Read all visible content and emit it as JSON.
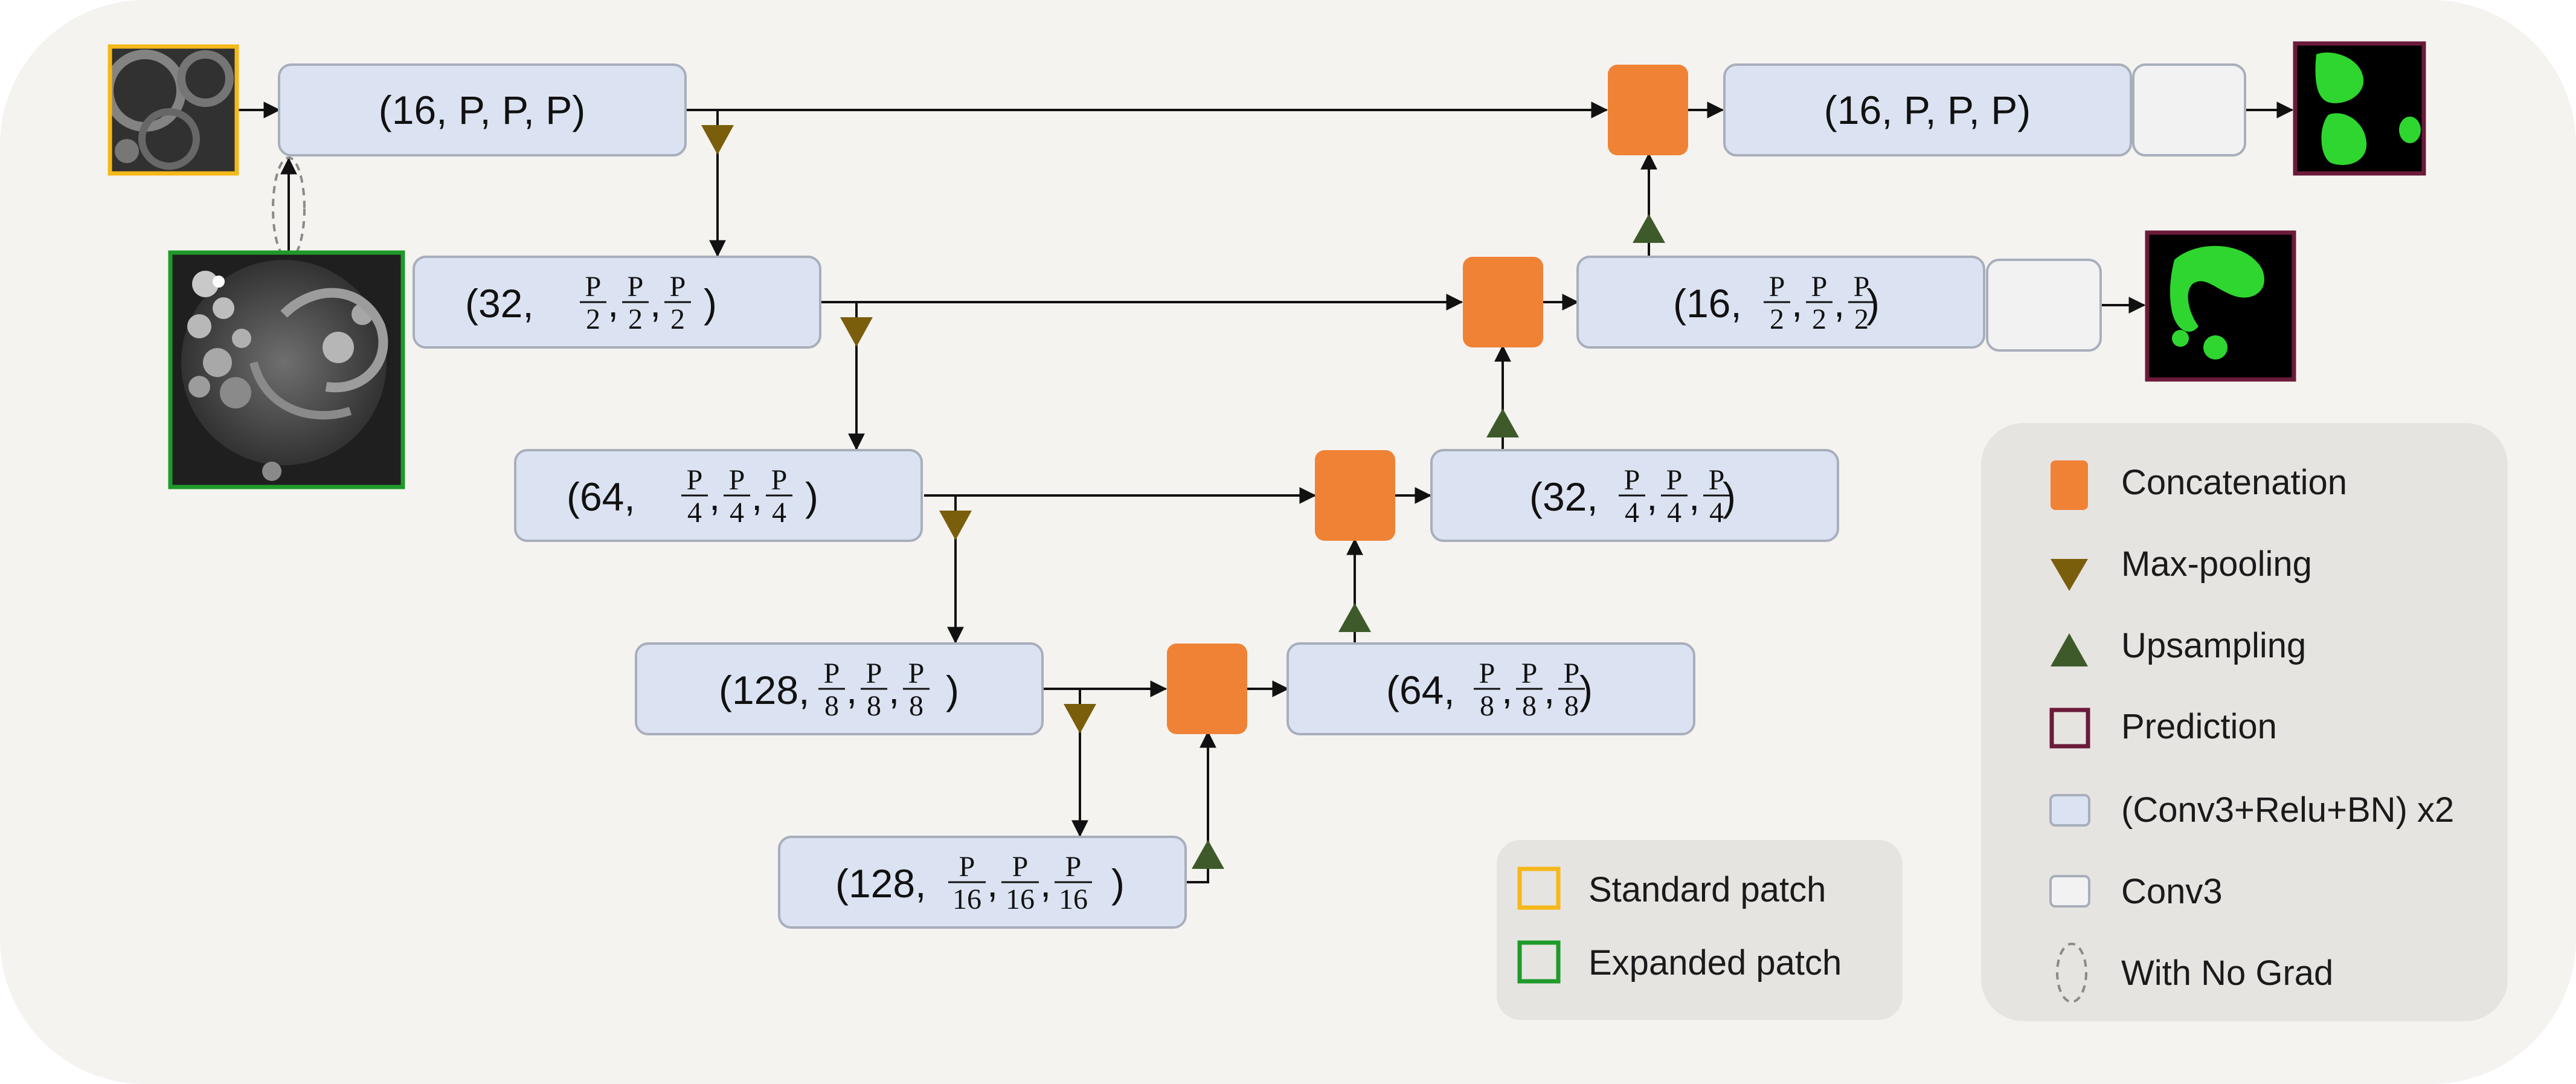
{
  "blocks": {
    "enc1": {
      "prefix": "(16, P, P, P)",
      "num": "",
      "den": "",
      "suffix": ""
    },
    "enc2": {
      "prefix": "(32, ",
      "num": "P",
      "den": "2",
      "suffix": ")"
    },
    "enc3": {
      "prefix": "(64, ",
      "num": "P",
      "den": "4",
      "suffix": ")"
    },
    "enc4": {
      "prefix": "(128, ",
      "num": "P",
      "den": "8",
      "suffix": ")"
    },
    "bott": {
      "prefix": "(128, ",
      "num": "P",
      "den": "16",
      "suffix": ")"
    },
    "dec4": {
      "prefix": "(64, ",
      "num": "P",
      "den": "8",
      "suffix": ")"
    },
    "dec3": {
      "prefix": "(32, ",
      "num": "P",
      "den": "4",
      "suffix": ")"
    },
    "dec2": {
      "prefix": "(16, ",
      "num": "P",
      "den": "2",
      "suffix": ")"
    },
    "dec1": {
      "prefix": "(16, P, P, P)",
      "num": "",
      "den": "",
      "suffix": ""
    }
  },
  "legend_main": [
    {
      "key": "concat",
      "label": "Concatenation"
    },
    {
      "key": "pool",
      "label": "Max-pooling"
    },
    {
      "key": "up",
      "label": "Upsampling"
    },
    {
      "key": "pred",
      "label": "Prediction"
    },
    {
      "key": "block",
      "label": "(Conv3+Relu+BN) x2"
    },
    {
      "key": "conv",
      "label": "Conv3"
    },
    {
      "key": "nograd",
      "label": "With No Grad"
    }
  ],
  "legend_patch": [
    {
      "key": "standard",
      "label": "Standard patch"
    },
    {
      "key": "expanded",
      "label": "Expanded patch"
    }
  ],
  "colors": {
    "background": "#f5f3f0",
    "block_fill": "#dbe3f2",
    "block_border": "#a8aebb",
    "concat": "#f08236",
    "maxpool": "#7b5e0b",
    "upsample": "#3e5a2a",
    "prediction_border": "#6b1a3a",
    "standard_patch": "#f5b819",
    "expanded_patch": "#1f9a2a",
    "legend_panel": "#e6e4e1"
  }
}
